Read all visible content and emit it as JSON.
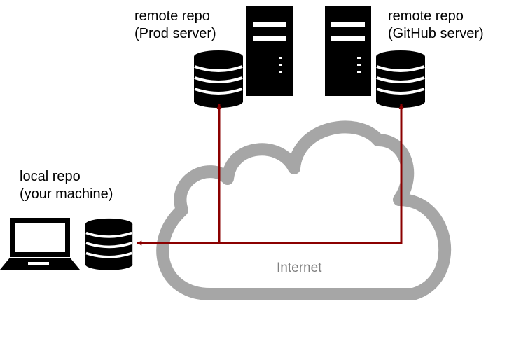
{
  "local": {
    "line1": "local repo",
    "line2": "(your machine)"
  },
  "prod": {
    "line1": "remote repo",
    "line2": "(Prod server)"
  },
  "github": {
    "line1": "remote repo",
    "line2": "(GitHub server)"
  },
  "cloud": {
    "label": "Internet"
  },
  "icons": {
    "laptop": "laptop-icon",
    "database": "database-icon",
    "server": "server-tower-icon",
    "cloud": "cloud-icon"
  },
  "colors": {
    "arrow": "#8b0000",
    "cloud_outline": "#a6a6a6",
    "icon": "#000000",
    "cloud_text": "#7f7f7f"
  }
}
